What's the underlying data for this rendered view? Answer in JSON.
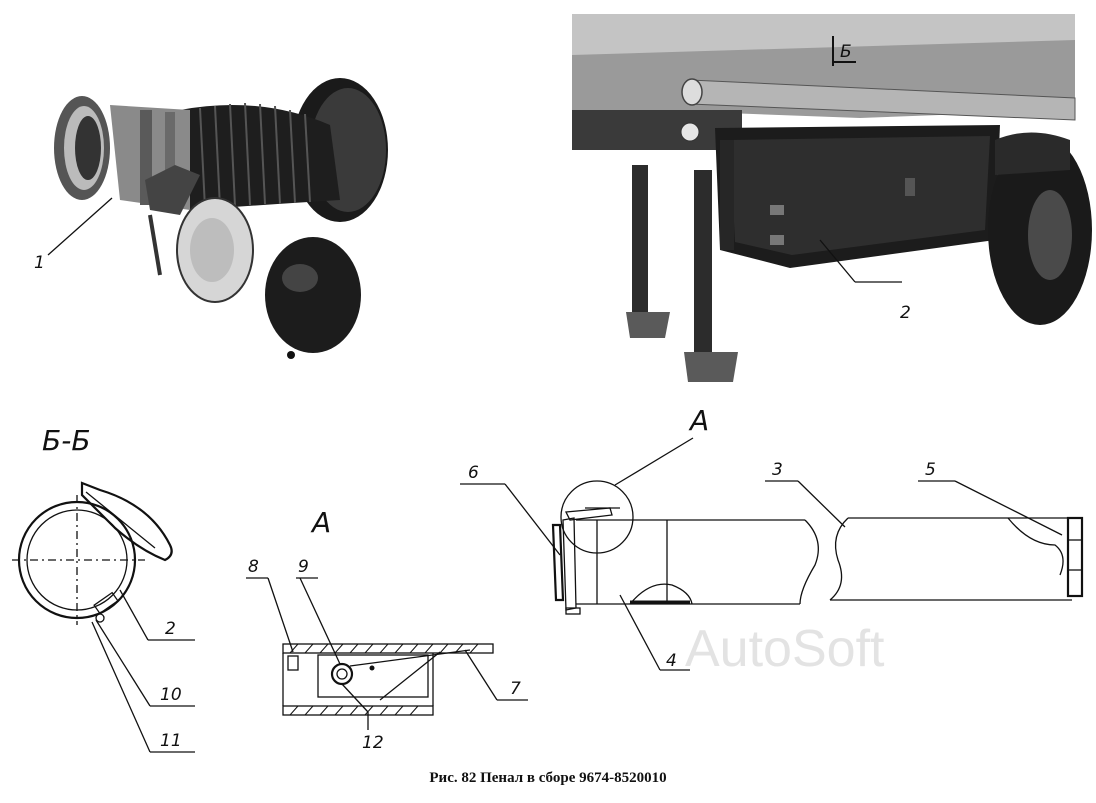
{
  "caption": "Рис. 82 Пенал в сборе 9674-8520010",
  "section_labels": {
    "bb": "Б-Б",
    "a_detail": "А",
    "a_callout": "А",
    "b_marker": "Б"
  },
  "callouts": {
    "c1": "1",
    "c2_photo": "2",
    "c2_section": "2",
    "c3": "3",
    "c4": "4",
    "c5": "5",
    "c6": "6",
    "c7": "7",
    "c8": "8",
    "c9": "9",
    "c10": "10",
    "c11": "11",
    "c12": "12"
  },
  "watermark": "AutoSoft"
}
